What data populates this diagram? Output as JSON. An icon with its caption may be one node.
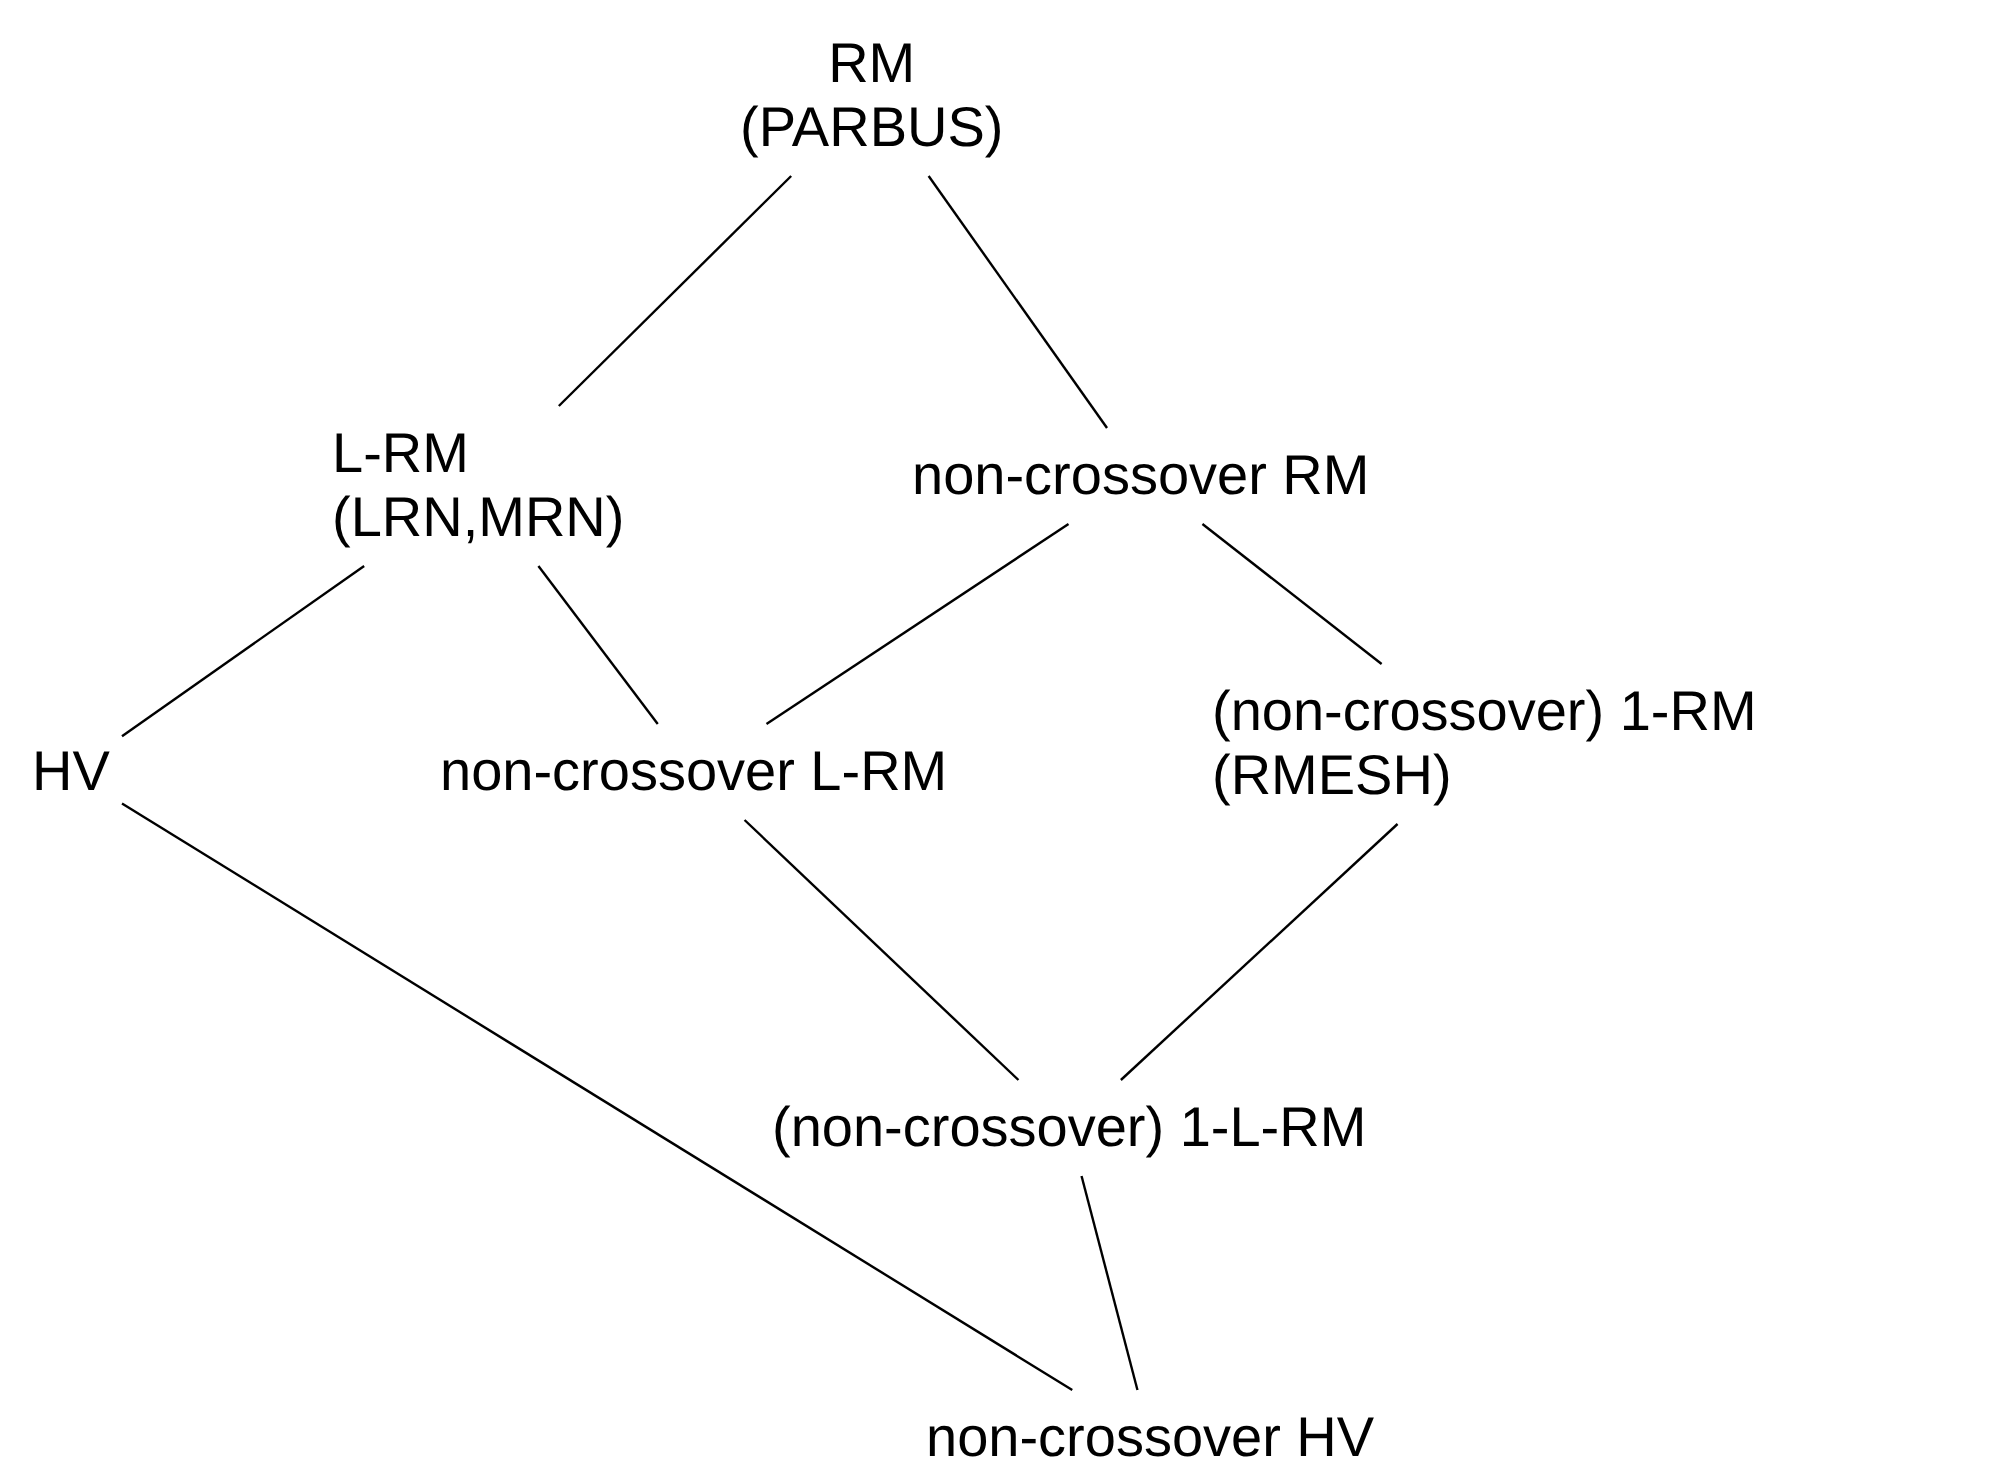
{
  "diagram": {
    "nodes": [
      {
        "text": [
          "RM",
          "(PARBUS)"
        ]
      },
      {
        "text": [
          "L-RM",
          "(LRN,MRN)"
        ]
      },
      {
        "text": [
          "non-crossover RM"
        ]
      },
      {
        "text": [
          "HV"
        ]
      },
      {
        "text": [
          "non-crossover L-RM"
        ]
      },
      {
        "text": [
          "(non-crossover) 1-RM",
          "(RMESH)"
        ]
      },
      {
        "text": [
          "(non-crossover) 1-L-RM"
        ]
      },
      {
        "text": [
          "non-crossover HV"
        ]
      }
    ],
    "edges": [
      {
        "from": 0,
        "to": 1,
        "arrow": "none"
      },
      {
        "from": 0,
        "to": 2,
        "arrow": "none"
      },
      {
        "from": 1,
        "to": 3,
        "arrow": "none"
      },
      {
        "from": 1,
        "to": 4,
        "arrow": "none"
      },
      {
        "from": 2,
        "to": 4,
        "arrow": "none"
      },
      {
        "from": 2,
        "to": 5,
        "arrow": "none"
      },
      {
        "from": 4,
        "to": 6,
        "arrow": "none"
      },
      {
        "from": 5,
        "to": 6,
        "arrow": "none"
      },
      {
        "from": 3,
        "to": 7,
        "arrow": "none"
      },
      {
        "from": 6,
        "to": 7,
        "arrow": "none"
      }
    ]
  }
}
